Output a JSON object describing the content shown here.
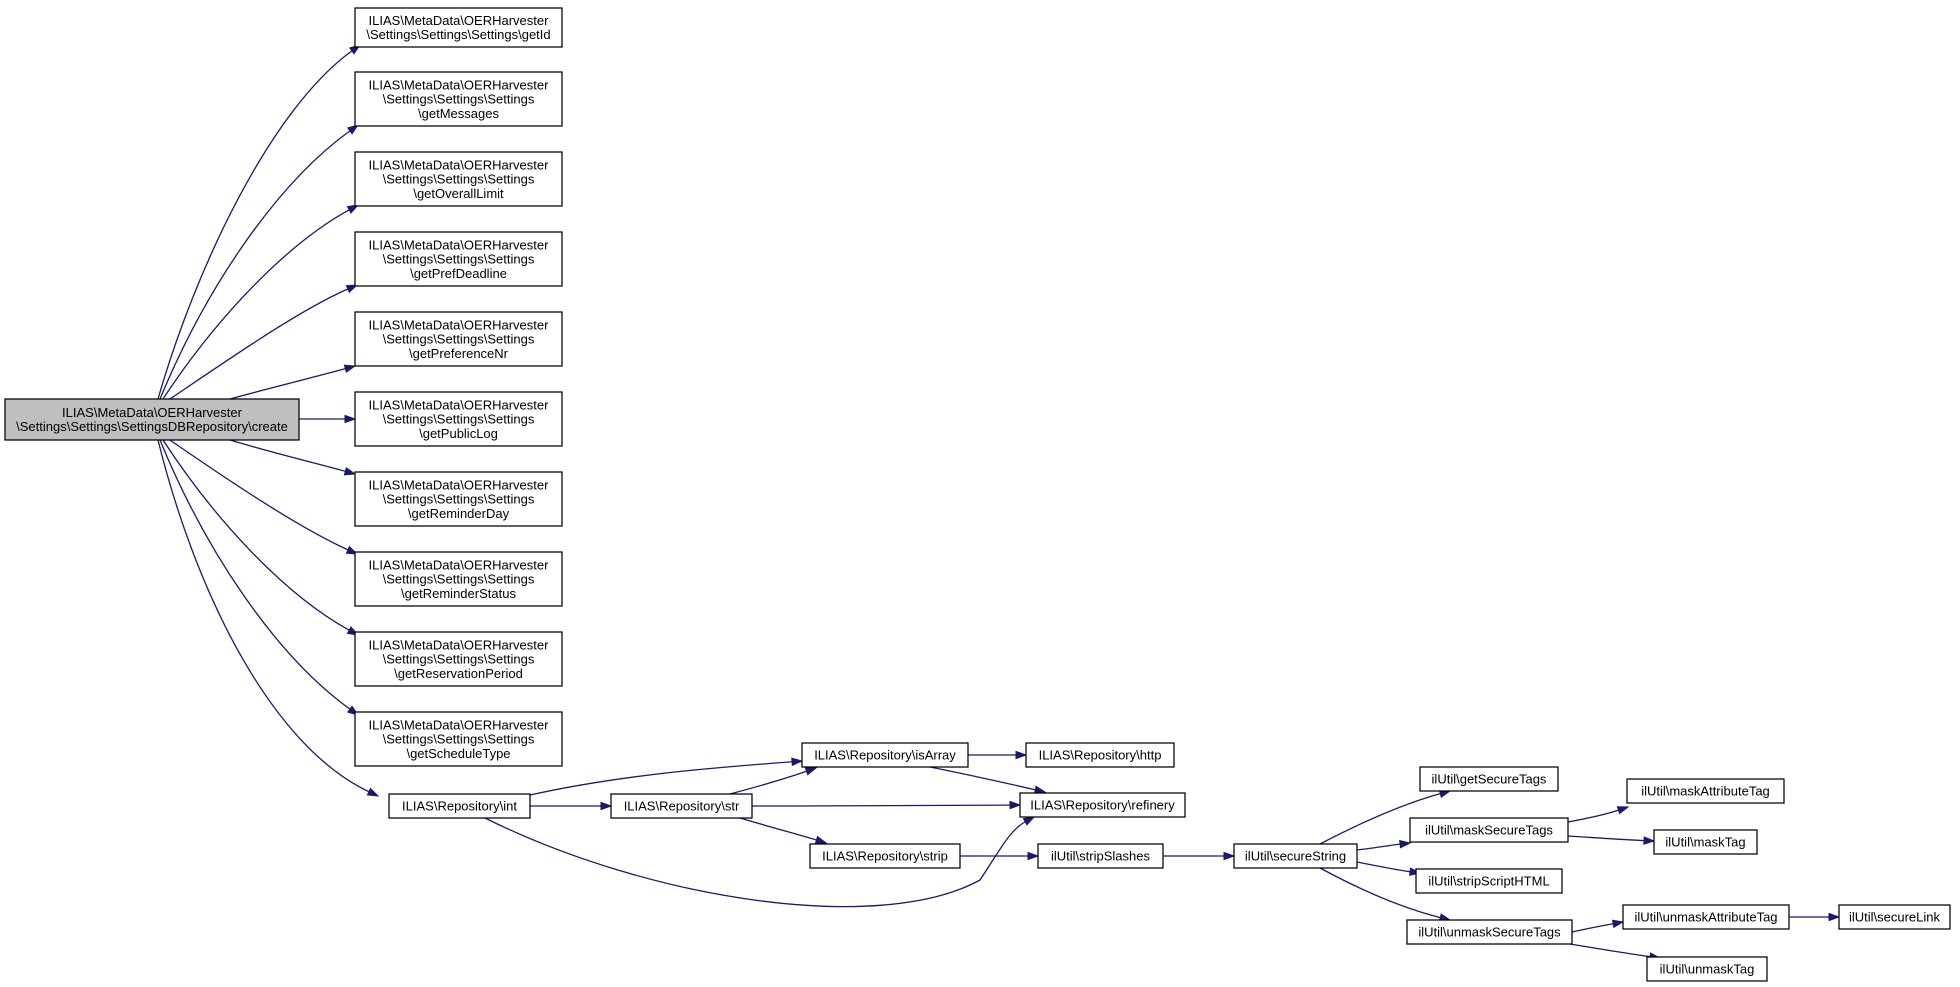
{
  "colors": {
    "edge": "#191970",
    "node_fill": "#ffffff",
    "root_fill": "#bfbfbf",
    "node_border": "#000000",
    "text": "#000000"
  },
  "nodes": {
    "root": {
      "lines": [
        "ILIAS\\MetaData\\OERHarvester",
        "\\Settings\\Settings\\SettingsDBRepository\\create"
      ],
      "highlight": true
    },
    "getId": {
      "lines": [
        "ILIAS\\MetaData\\OERHarvester",
        "\\Settings\\Settings\\Settings\\getId"
      ]
    },
    "getMessages": {
      "lines": [
        "ILIAS\\MetaData\\OERHarvester",
        "\\Settings\\Settings\\Settings",
        "\\getMessages"
      ]
    },
    "getOverallLimit": {
      "lines": [
        "ILIAS\\MetaData\\OERHarvester",
        "\\Settings\\Settings\\Settings",
        "\\getOverallLimit"
      ]
    },
    "getPrefDeadline": {
      "lines": [
        "ILIAS\\MetaData\\OERHarvester",
        "\\Settings\\Settings\\Settings",
        "\\getPrefDeadline"
      ]
    },
    "getPreferenceNr": {
      "lines": [
        "ILIAS\\MetaData\\OERHarvester",
        "\\Settings\\Settings\\Settings",
        "\\getPreferenceNr"
      ]
    },
    "getPublicLog": {
      "lines": [
        "ILIAS\\MetaData\\OERHarvester",
        "\\Settings\\Settings\\Settings",
        "\\getPublicLog"
      ]
    },
    "getReminderDay": {
      "lines": [
        "ILIAS\\MetaData\\OERHarvester",
        "\\Settings\\Settings\\Settings",
        "\\getReminderDay"
      ]
    },
    "getReminderStatus": {
      "lines": [
        "ILIAS\\MetaData\\OERHarvester",
        "\\Settings\\Settings\\Settings",
        "\\getReminderStatus"
      ]
    },
    "getReservationPeriod": {
      "lines": [
        "ILIAS\\MetaData\\OERHarvester",
        "\\Settings\\Settings\\Settings",
        "\\getReservationPeriod"
      ]
    },
    "getScheduleType": {
      "lines": [
        "ILIAS\\MetaData\\OERHarvester",
        "\\Settings\\Settings\\Settings",
        "\\getScheduleType"
      ]
    },
    "repoInt": {
      "lines": [
        "ILIAS\\Repository\\int"
      ]
    },
    "repoStr": {
      "lines": [
        "ILIAS\\Repository\\str"
      ]
    },
    "repoIsArray": {
      "lines": [
        "ILIAS\\Repository\\isArray"
      ]
    },
    "repoHttp": {
      "lines": [
        "ILIAS\\Repository\\http"
      ]
    },
    "repoRefinery": {
      "lines": [
        "ILIAS\\Repository\\refinery"
      ]
    },
    "repoStrip": {
      "lines": [
        "ILIAS\\Repository\\strip"
      ]
    },
    "stripSlashes": {
      "lines": [
        "ilUtil\\stripSlashes"
      ]
    },
    "secureString": {
      "lines": [
        "ilUtil\\secureString"
      ]
    },
    "getSecureTags": {
      "lines": [
        "ilUtil\\getSecureTags"
      ]
    },
    "maskSecureTags": {
      "lines": [
        "ilUtil\\maskSecureTags"
      ]
    },
    "stripScriptHTML": {
      "lines": [
        "ilUtil\\stripScriptHTML"
      ]
    },
    "unmaskSecureTags": {
      "lines": [
        "ilUtil\\unmaskSecureTags"
      ]
    },
    "maskAttributeTag": {
      "lines": [
        "ilUtil\\maskAttributeTag"
      ]
    },
    "maskTag": {
      "lines": [
        "ilUtil\\maskTag"
      ]
    },
    "unmaskAttributeTag": {
      "lines": [
        "ilUtil\\unmaskAttributeTag"
      ]
    },
    "unmaskTag": {
      "lines": [
        "ilUtil\\unmaskTag"
      ]
    },
    "secureLink": {
      "lines": [
        "ilUtil\\secureLink"
      ]
    }
  },
  "edges": [
    {
      "from": "root",
      "to": "getId"
    },
    {
      "from": "root",
      "to": "getMessages"
    },
    {
      "from": "root",
      "to": "getOverallLimit"
    },
    {
      "from": "root",
      "to": "getPrefDeadline"
    },
    {
      "from": "root",
      "to": "getPreferenceNr"
    },
    {
      "from": "root",
      "to": "getPublicLog"
    },
    {
      "from": "root",
      "to": "getReminderDay"
    },
    {
      "from": "root",
      "to": "getReminderStatus"
    },
    {
      "from": "root",
      "to": "getReservationPeriod"
    },
    {
      "from": "root",
      "to": "getScheduleType"
    },
    {
      "from": "root",
      "to": "repoInt"
    },
    {
      "from": "repoInt",
      "to": "repoIsArray"
    },
    {
      "from": "repoInt",
      "to": "repoStr"
    },
    {
      "from": "repoInt",
      "to": "repoRefinery"
    },
    {
      "from": "repoStr",
      "to": "repoIsArray"
    },
    {
      "from": "repoStr",
      "to": "repoRefinery"
    },
    {
      "from": "repoStr",
      "to": "repoStrip"
    },
    {
      "from": "repoIsArray",
      "to": "repoHttp"
    },
    {
      "from": "repoIsArray",
      "to": "repoRefinery"
    },
    {
      "from": "repoStrip",
      "to": "stripSlashes"
    },
    {
      "from": "stripSlashes",
      "to": "secureString"
    },
    {
      "from": "secureString",
      "to": "getSecureTags"
    },
    {
      "from": "secureString",
      "to": "maskSecureTags"
    },
    {
      "from": "secureString",
      "to": "stripScriptHTML"
    },
    {
      "from": "secureString",
      "to": "unmaskSecureTags"
    },
    {
      "from": "maskSecureTags",
      "to": "maskAttributeTag"
    },
    {
      "from": "maskSecureTags",
      "to": "maskTag"
    },
    {
      "from": "unmaskSecureTags",
      "to": "unmaskAttributeTag"
    },
    {
      "from": "unmaskSecureTags",
      "to": "unmaskTag"
    },
    {
      "from": "unmaskAttributeTag",
      "to": "secureLink"
    }
  ]
}
